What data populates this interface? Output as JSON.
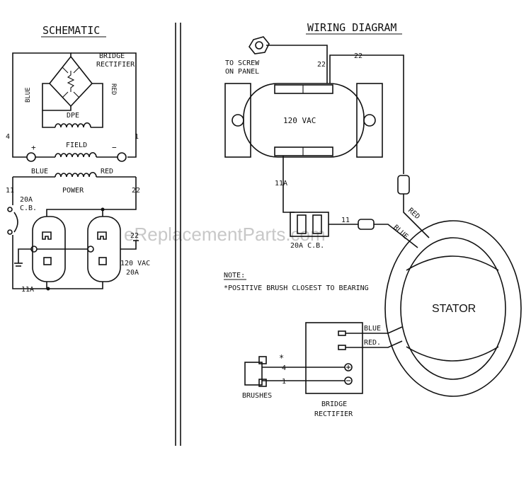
{
  "watermark": "eReplacementParts.com",
  "schematic": {
    "title": "SCHEMATIC",
    "bridge_rectifier": [
      "BRIDGE",
      "RECTIFIER"
    ],
    "blue": "BLUE",
    "red": "RED",
    "dpe": "DPE",
    "wire_4": "4",
    "wire_1": "1",
    "plus": "+",
    "minus": "−",
    "field": "FIELD",
    "power_blue": "BLUE",
    "power_red": "RED",
    "power": "POWER",
    "wire_11": "11",
    "wire_22": "22",
    "breaker": [
      "20A",
      "C.B."
    ],
    "receptacle": [
      "120 VAC",
      "20A"
    ],
    "wire_22_lower": "22",
    "wire_11a": "11A"
  },
  "wiring": {
    "title": "WIRING DIAGRAM",
    "to_screw": [
      "TO SCREW",
      "ON PANEL"
    ],
    "wire_22_a": "22",
    "wire_22_b": "22",
    "receptacle_label": "120 VAC",
    "wire_11a": "11A",
    "wire_11": "11",
    "breaker": "20A C.B.",
    "red": "RED",
    "blue": "BLUE",
    "note_title": "NOTE:",
    "note_text": "*POSITIVE BRUSH CLOSEST TO BEARING",
    "stator": "STATOR",
    "blue_lead": "BLUE",
    "red_lead": "RED.",
    "asterisk": "*",
    "wire_4": "4",
    "wire_1": "1",
    "plus_symbol": "⊕",
    "minus_symbol": "⊖",
    "brushes": "BRUSHES",
    "bridge_rectifier": [
      "BRIDGE",
      "RECTIFIER"
    ]
  }
}
